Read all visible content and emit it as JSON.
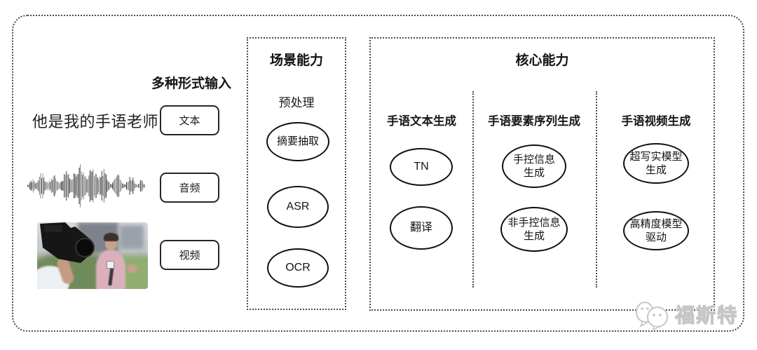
{
  "input": {
    "title": "多种形式输入",
    "sentence": "他是我的手语老师",
    "text_label": "文本",
    "audio_label": "音频",
    "video_label": "视频"
  },
  "scene": {
    "title": "场景能力",
    "subtitle": "预处理",
    "nodes": [
      "摘要抽取",
      "ASR",
      "OCR"
    ]
  },
  "core": {
    "title": "核心能力",
    "columns": [
      {
        "header": "手语文本生成",
        "nodes": [
          "TN",
          "翻译"
        ]
      },
      {
        "header": "手语要素序列生成",
        "nodes": [
          "手控信息\n生成",
          "非手控信息\n生成"
        ]
      },
      {
        "header": "手语视频生成",
        "nodes": [
          "超写实模型\n生成",
          "高精度模型\n驱动"
        ]
      }
    ]
  },
  "watermark": {
    "text": "福斯特"
  },
  "colors": {
    "border_dotted": "#4b4b4b",
    "node_stroke": "#101010",
    "text": "#1c1c1c",
    "watermark": "#c6c6c6"
  }
}
